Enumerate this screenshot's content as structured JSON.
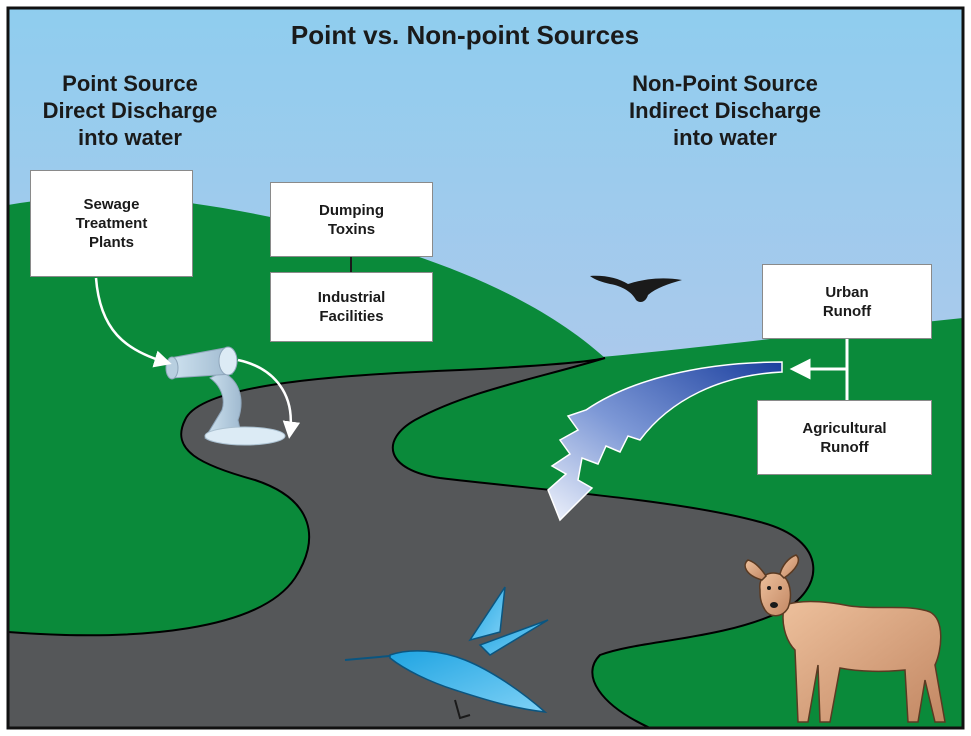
{
  "title": "Point vs. Non-point Sources",
  "point_source": {
    "heading": "Point Source\nDirect Discharge\ninto water",
    "boxes": [
      "Sewage\nTreatment\nPlants",
      "Dumping\nToxins",
      "Industrial\nFacilities"
    ]
  },
  "nonpoint_source": {
    "heading": "Non-Point Source\nIndirect Discharge\ninto water",
    "boxes": [
      "Urban\nRunoff",
      "Agricultural\nRunoff"
    ]
  },
  "colors": {
    "sky_top": "#8fcdee",
    "sky_bottom": "#c7c5ea",
    "hills": "#0a8a3a",
    "river": "#555759",
    "border": "#111111"
  },
  "icons": [
    "pipe-icon",
    "eagle-icon",
    "hummingbird-icon",
    "deer-icon",
    "runoff-arrow-icon"
  ]
}
